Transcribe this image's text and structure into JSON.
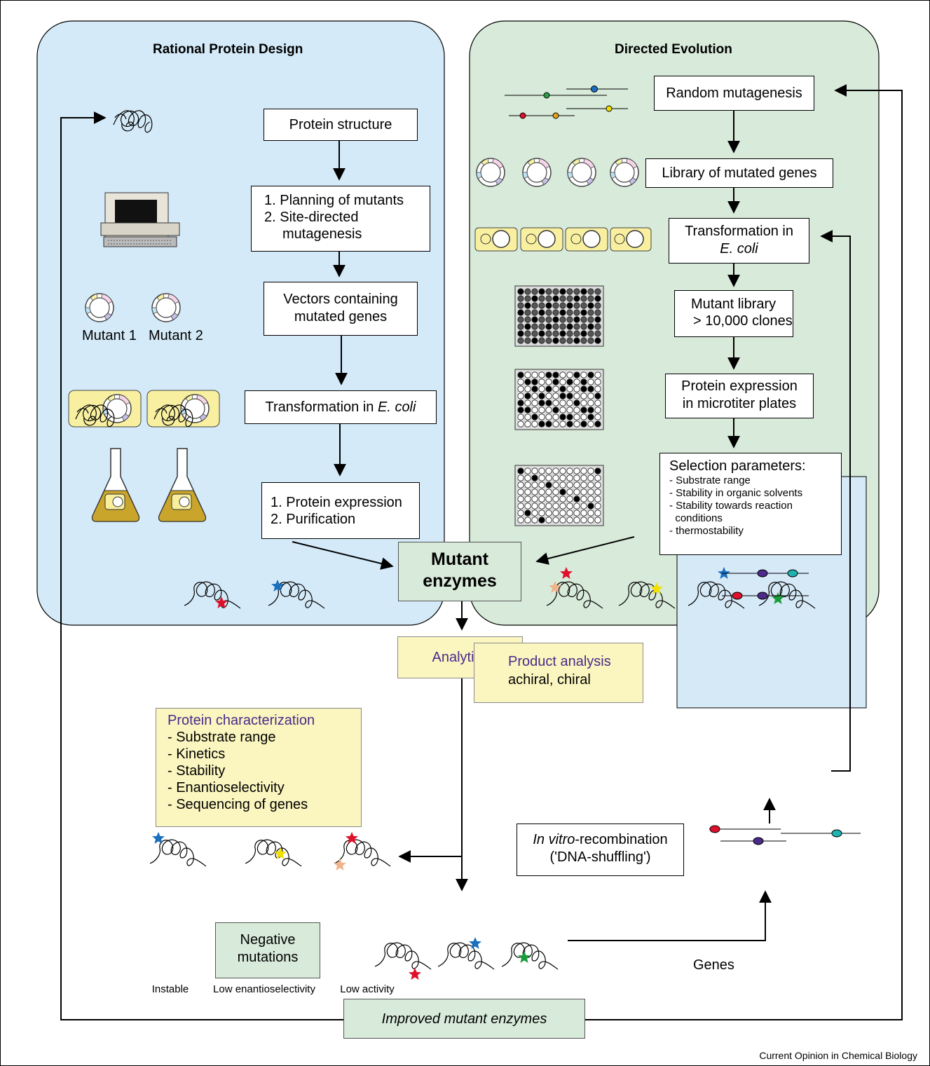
{
  "panels": {
    "rational_title": "Rational Protein Design",
    "directed_title": "Directed Evolution"
  },
  "rational_steps": {
    "protein_structure": "Protein structure",
    "planning_1": "1. Planning of mutants",
    "planning_2": "2. Site-directed",
    "planning_3": "mutagenesis",
    "vectors_1": "Vectors containing",
    "vectors_2": "mutated genes",
    "transformation_prefix": "Transformation in ",
    "transformation_organism": "E. coli",
    "expression_1": "1. Protein expression",
    "expression_2": "2. Purification",
    "mutant1": "Mutant 1",
    "mutant2": "Mutant 2"
  },
  "directed_steps": {
    "random_mutagenesis": "Random mutagenesis",
    "library": "Library of mutated genes",
    "transformation_1": "Transformation in",
    "transformation_2": "E. coli",
    "mutant_library_1": "Mutant library",
    "mutant_library_2": "> 10,000 clones",
    "expression_1": "Protein expression",
    "expression_2": "in microtiter plates",
    "selection_title": "Selection parameters:",
    "selection_items": [
      "- Substrate range",
      "- Stability in organic solvents",
      "- Stability towards reaction",
      "  conditions",
      "- thermostability"
    ]
  },
  "center": {
    "mutant_1": "Mutant",
    "mutant_2": "enzymes",
    "analytics": "Analytics",
    "product_title": "Product analysis",
    "product_text": "achiral, chiral",
    "char_title": "Protein characterization",
    "char_items": [
      "- Substrate range",
      "- Kinetics",
      "- Stability",
      "- Enantioselectivity",
      "- Sequencing of genes"
    ],
    "caption_instable": "Instable",
    "caption_low_enantio": "Low enantioselectivity",
    "caption_low_activity": "Low activity",
    "negative_1": "Negative",
    "negative_2": "mutations",
    "recomb_italic": "In vitro",
    "recomb_rest": "-recombination",
    "recomb_2": "('DNA-shuffling')",
    "genes": "Genes",
    "improved": "Improved mutant enzymes"
  },
  "footer": {
    "source": "Current Opinion in Chemical Biology"
  },
  "colors": {
    "rational_panel": "#d4eaf8",
    "directed_panel": "#d8ead9",
    "yellow_box": "#fbf6bf",
    "green_box": "#d8ead9",
    "genes_panel": "#d6e9f7",
    "star_red": "#e0102c",
    "star_blue": "#1a6fbf",
    "star_yellow": "#f2e000",
    "star_green": "#1a9c3a",
    "star_peach": "#f0b48a",
    "flask": "#c9a52c"
  }
}
